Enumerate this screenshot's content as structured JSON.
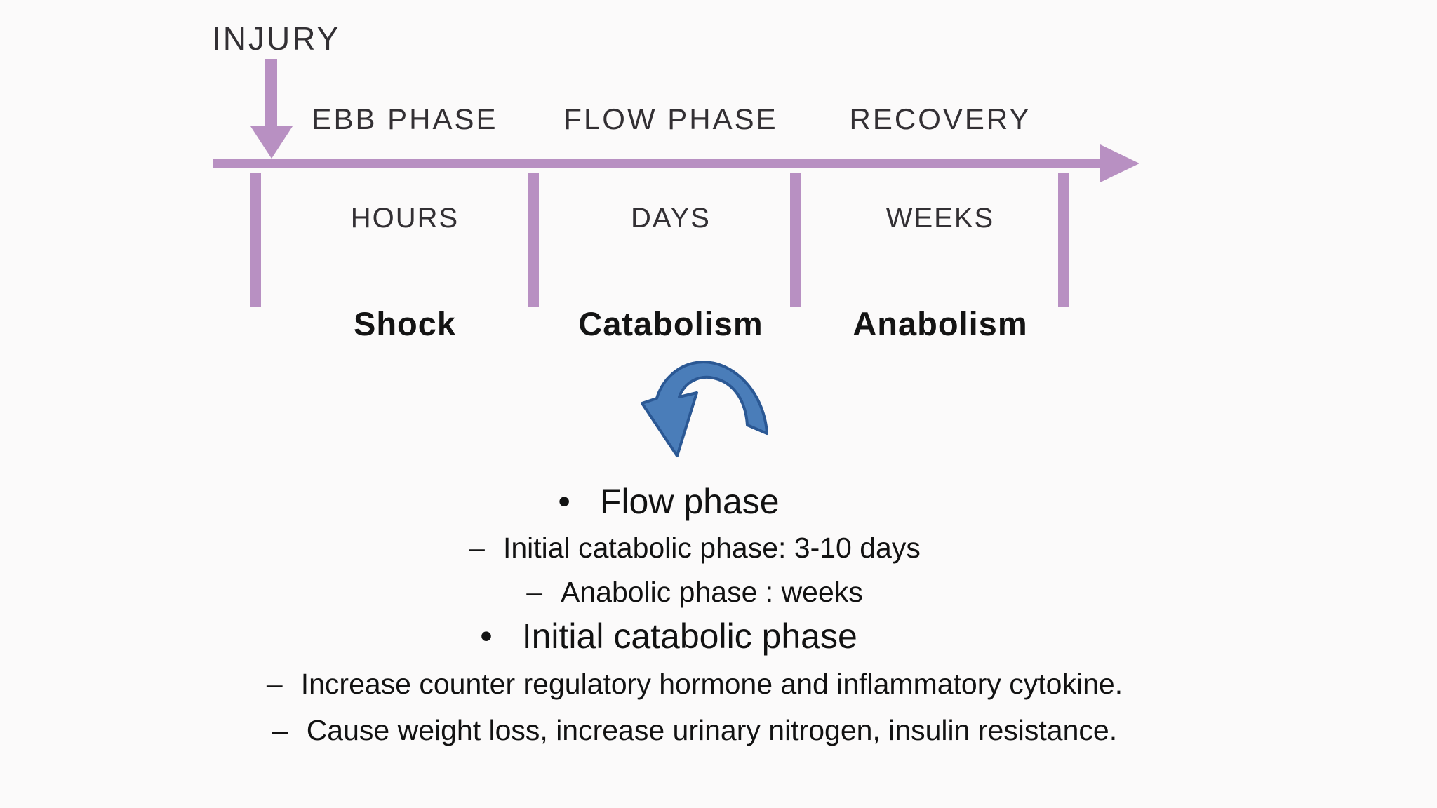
{
  "colors": {
    "timeline_purple": "#b890c2",
    "curved_arrow_fill": "#4a7db9",
    "curved_arrow_stroke": "#2b5894",
    "label_text": "#333034",
    "body_text": "#121212",
    "background": "#fbfafa"
  },
  "timeline": {
    "injury_label": "INJURY",
    "phases": [
      {
        "name": "EBB PHASE",
        "duration": "HOURS",
        "process": "Shock"
      },
      {
        "name": "FLOW PHASE",
        "duration": "DAYS",
        "process": "Catabolism"
      },
      {
        "name": "RECOVERY",
        "duration": "WEEKS",
        "process": "Anabolism"
      }
    ]
  },
  "notes": {
    "items": [
      {
        "marker": "•",
        "text": "Flow phase"
      },
      {
        "marker": "–",
        "text": "Initial catabolic phase: 3-10 days"
      },
      {
        "marker": "–",
        "text": "Anabolic phase : weeks"
      },
      {
        "marker": "•",
        "text": "Initial catabolic phase"
      },
      {
        "marker": "–",
        "text": "Increase counter regulatory hormone and inflammatory cytokine."
      },
      {
        "marker": "–",
        "text": "Cause weight loss, increase urinary nitrogen, insulin resistance."
      }
    ]
  },
  "icons": {
    "injury_arrow": "arrow-down",
    "timeline_arrow": "arrow-right",
    "flow_pointer": "curved-arrow-down-left"
  }
}
